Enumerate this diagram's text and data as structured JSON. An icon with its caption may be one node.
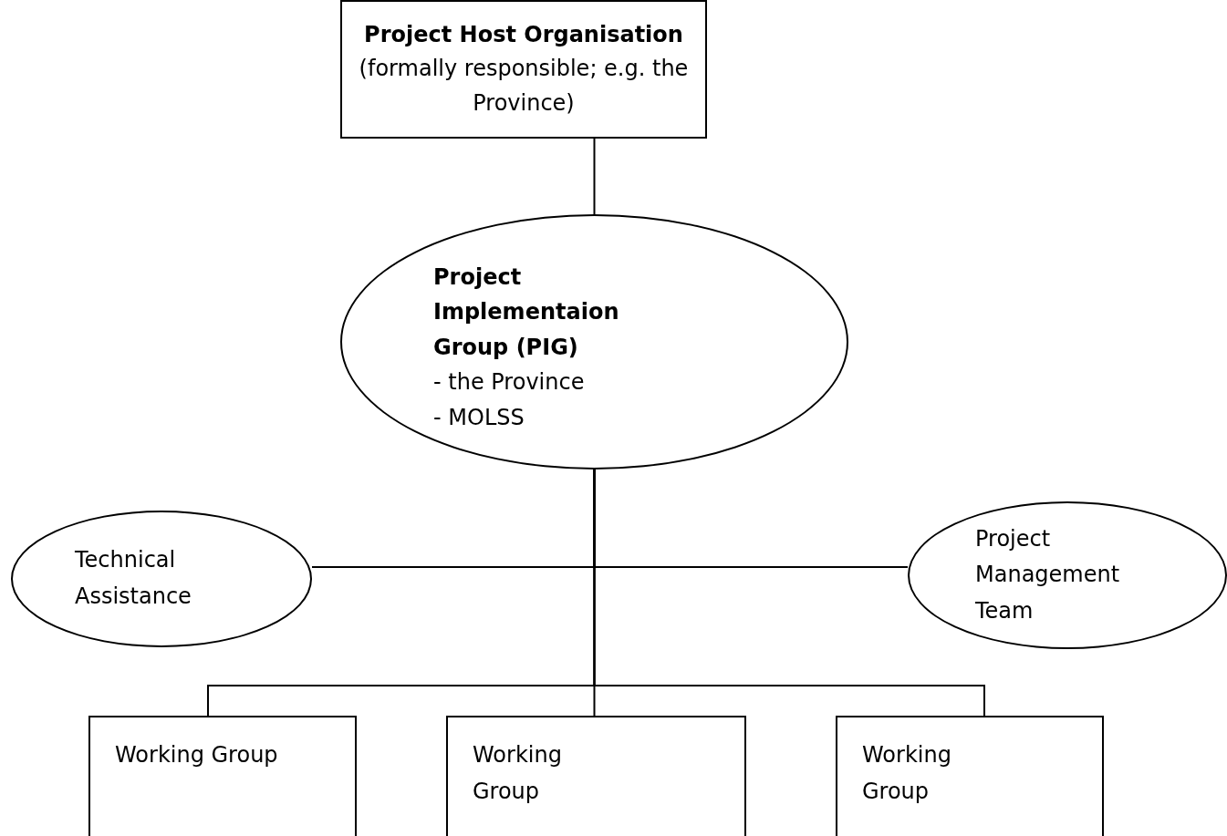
{
  "diagram": {
    "nodes": [
      {
        "text": [
          "Project Host Organisation",
          "(formally responsible; e.g. the Province)"
        ]
      },
      {
        "text": [
          "Project Implementaion Group (PIG)",
          "- the Province",
          "- MOLSS"
        ]
      },
      {
        "text": [
          "Technical Assistance"
        ]
      },
      {
        "text": [
          "Project Management Team"
        ]
      },
      {
        "text": [
          "Working Group"
        ]
      },
      {
        "text": [
          "Working Group"
        ]
      },
      {
        "text": [
          "Working Group"
        ]
      }
    ],
    "edges": [
      {
        "from": 0,
        "to": 1,
        "arrow": "none"
      },
      {
        "from": 1,
        "to": 2,
        "arrow": "none"
      },
      {
        "from": 1,
        "to": 3,
        "arrow": "none"
      },
      {
        "from": 1,
        "to": 4,
        "arrow": "none"
      },
      {
        "from": 1,
        "to": 5,
        "arrow": "none"
      },
      {
        "from": 1,
        "to": 6,
        "arrow": "none"
      }
    ]
  }
}
